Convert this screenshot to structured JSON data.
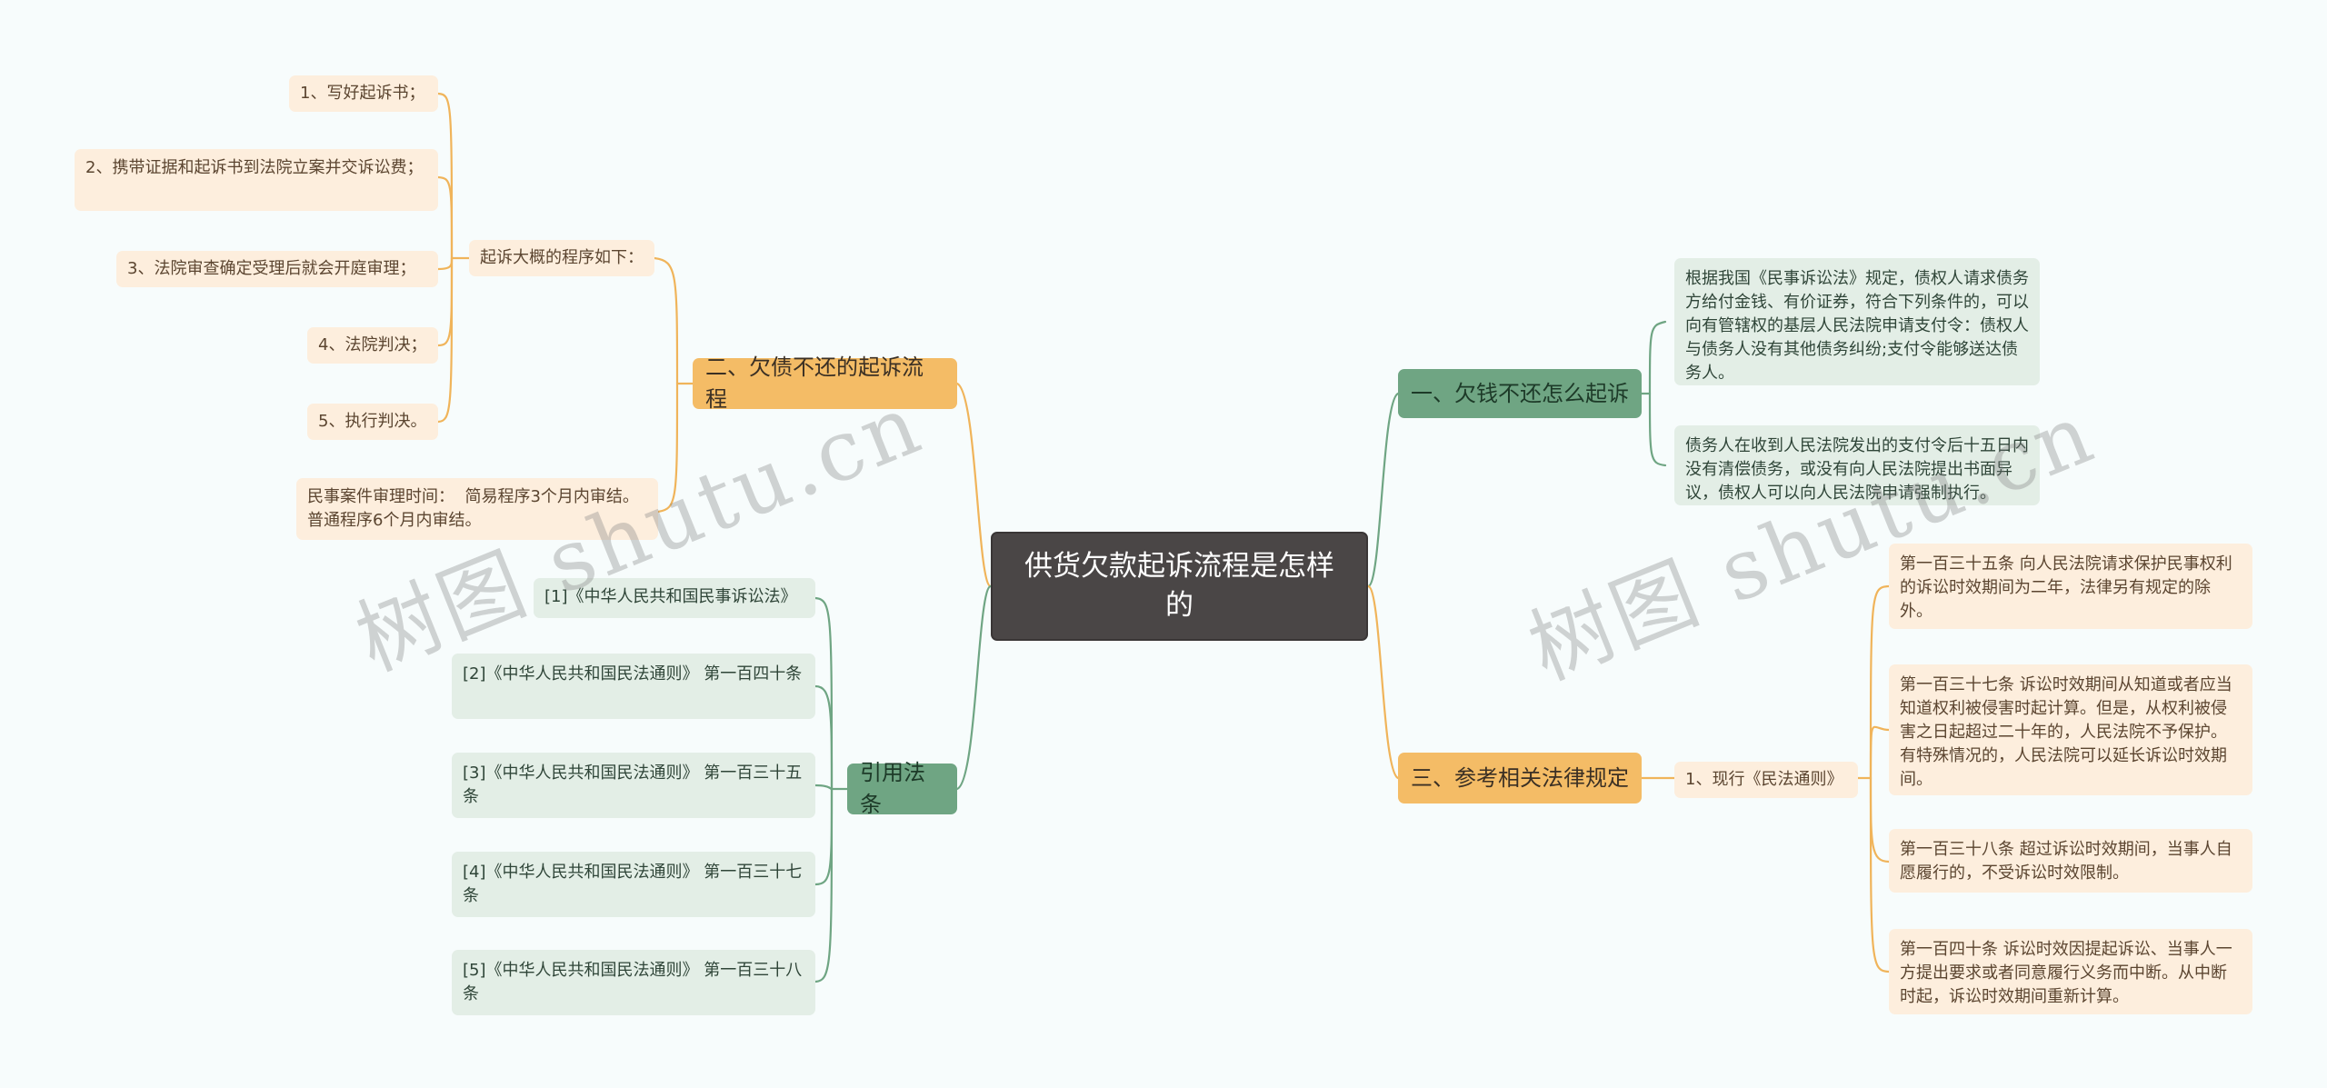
{
  "root": "供货欠款起诉流程是怎样的",
  "right": {
    "branch1": {
      "title": "一、欠钱不还怎么起诉",
      "items": [
        "根据我国《民事诉讼法》规定，债权人请求债务方给付金钱、有价证券，符合下列条件的，可以向有管辖权的基层人民法院申请支付令：债权人与债务人没有其他债务纠纷;支付令能够送达债务人。",
        "债务人在收到人民法院发出的支付令后十五日内没有清偿债务，或没有向人民法院提出书面异议，债权人可以向人民法院申请强制执行。"
      ]
    },
    "branch3": {
      "title": "三、参考相关法律规定",
      "sub": "1、现行《民法通则》",
      "items": [
        "第一百三十五条 向人民法院请求保护民事权利的诉讼时效期间为二年，法律另有规定的除外。",
        "第一百三十七条 诉讼时效期间从知道或者应当知道权利被侵害时起计算。但是，从权利被侵害之日起超过二十年的，人民法院不予保护。有特殊情况的，人民法院可以延长诉讼时效期间。",
        "第一百三十八条 超过诉讼时效期间，当事人自愿履行的，不受诉讼时效限制。",
        "第一百四十条 诉讼时效因提起诉讼、当事人一方提出要求或者同意履行义务而中断。从中断时起，诉讼时效期间重新计算。"
      ]
    }
  },
  "left": {
    "branch2": {
      "title": "二、欠债不还的起诉流程",
      "sub": "起诉大概的程序如下：",
      "steps": [
        "1、写好起诉书；",
        "2、携带证据和起诉书到法院立案并交诉讼费；",
        "3、法院审查确定受理后就会开庭审理；",
        "4、法院判决；",
        "5、执行判决。"
      ],
      "note": "民事案件审理时间：  简易程序3个月内审结。普通程序6个月内审结。"
    },
    "refs": {
      "title": "引用法条",
      "items": [
        "[1]《中华人民共和国民事诉讼法》",
        "[2]《中华人民共和国民法通则》 第一百四十条",
        "[3]《中华人民共和国民法通则》 第一百三十五条",
        "[4]《中华人民共和国民法通则》 第一百三十七条",
        "[5]《中华人民共和国民法通则》 第一百三十八条"
      ]
    }
  },
  "watermark": [
    "树图 shutu.cn",
    "树图 shutu.cn"
  ],
  "colors": {
    "orange_line": "#f0b45a",
    "green_line": "#6fa583",
    "root_bg": "#4a4646"
  }
}
